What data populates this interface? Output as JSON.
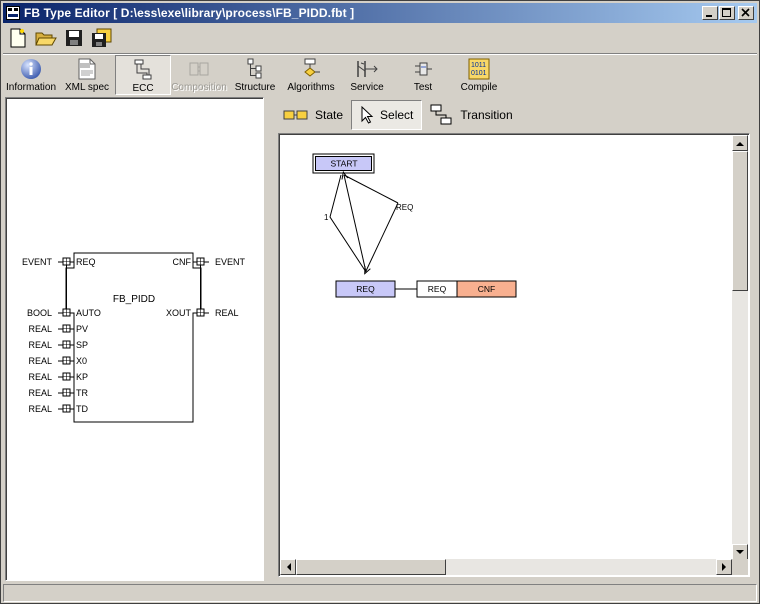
{
  "window": {
    "title": "FB Type Editor [ D:\\ess\\exe\\library\\process\\FB_PIDD.fbt ]"
  },
  "file_toolbar": {
    "buttons": [
      {
        "icon": "new-file-icon"
      },
      {
        "icon": "open-folder-icon"
      },
      {
        "icon": "save-icon"
      },
      {
        "icon": "save-all-icon"
      }
    ]
  },
  "view_toolbar": {
    "items": [
      {
        "label": "Information",
        "icon": "info-icon"
      },
      {
        "label": "XML spec",
        "icon": "xml-icon"
      },
      {
        "label": "ECC",
        "icon": "ecc-icon",
        "active": true
      },
      {
        "label": "Composition",
        "icon": "composition-icon",
        "disabled": true
      },
      {
        "label": "Structure",
        "icon": "structure-icon"
      },
      {
        "label": "Algorithms",
        "icon": "algorithms-icon"
      },
      {
        "label": "Service",
        "icon": "service-icon"
      },
      {
        "label": "Test",
        "icon": "test-icon"
      },
      {
        "label": "Compile",
        "icon": "compile-icon"
      }
    ]
  },
  "fb_block": {
    "name": "FB_PIDD",
    "event_inputs": [
      {
        "type": "EVENT",
        "name": "REQ"
      }
    ],
    "event_outputs": [
      {
        "type": "EVENT",
        "name": "CNF"
      }
    ],
    "data_inputs": [
      {
        "type": "BOOL",
        "name": "AUTO"
      },
      {
        "type": "REAL",
        "name": "PV"
      },
      {
        "type": "REAL",
        "name": "SP"
      },
      {
        "type": "REAL",
        "name": "X0"
      },
      {
        "type": "REAL",
        "name": "KP"
      },
      {
        "type": "REAL",
        "name": "TR"
      },
      {
        "type": "REAL",
        "name": "TD"
      }
    ],
    "data_outputs": [
      {
        "type": "REAL",
        "name": "XOUT"
      }
    ]
  },
  "ecc_toolbar": {
    "state_label": "State",
    "select_label": "Select",
    "transition_label": "Transition",
    "active": "Select"
  },
  "ecc": {
    "start_state": "START",
    "req_state": "REQ",
    "transition_to_req": "1",
    "transition_to_start": "REQ",
    "action_algorithm": "REQ",
    "action_event": "CNF",
    "colors": {
      "state_fill": "#c8c8f8",
      "event_fill": "#f8b090"
    }
  }
}
